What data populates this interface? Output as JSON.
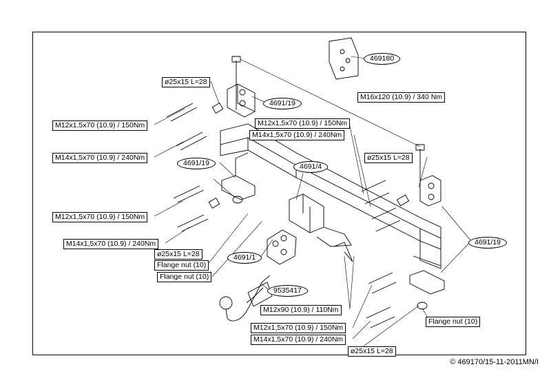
{
  "main_part": "4691/4",
  "bracket_part": "4691/19",
  "ball_part": "4691/1",
  "socket_part": "9535417",
  "kit_part": "469180",
  "bolt_m16": "M16x120 (10.9) / 340 Nm",
  "bolt_m12_150": "M12x1,5x70 (10.9) / 150Nm",
  "bolt_m14_240": "M14x1,5x70 (10.9) / 240Nm",
  "bolt_m12x90": "M12x90 (10.9) / 110Nm",
  "spacer": "ø25x15 L=28",
  "flange_nut": "Flange nut (10)",
  "footer_code": "469170/15-11-2011MN/I",
  "footer_symbol": "©"
}
